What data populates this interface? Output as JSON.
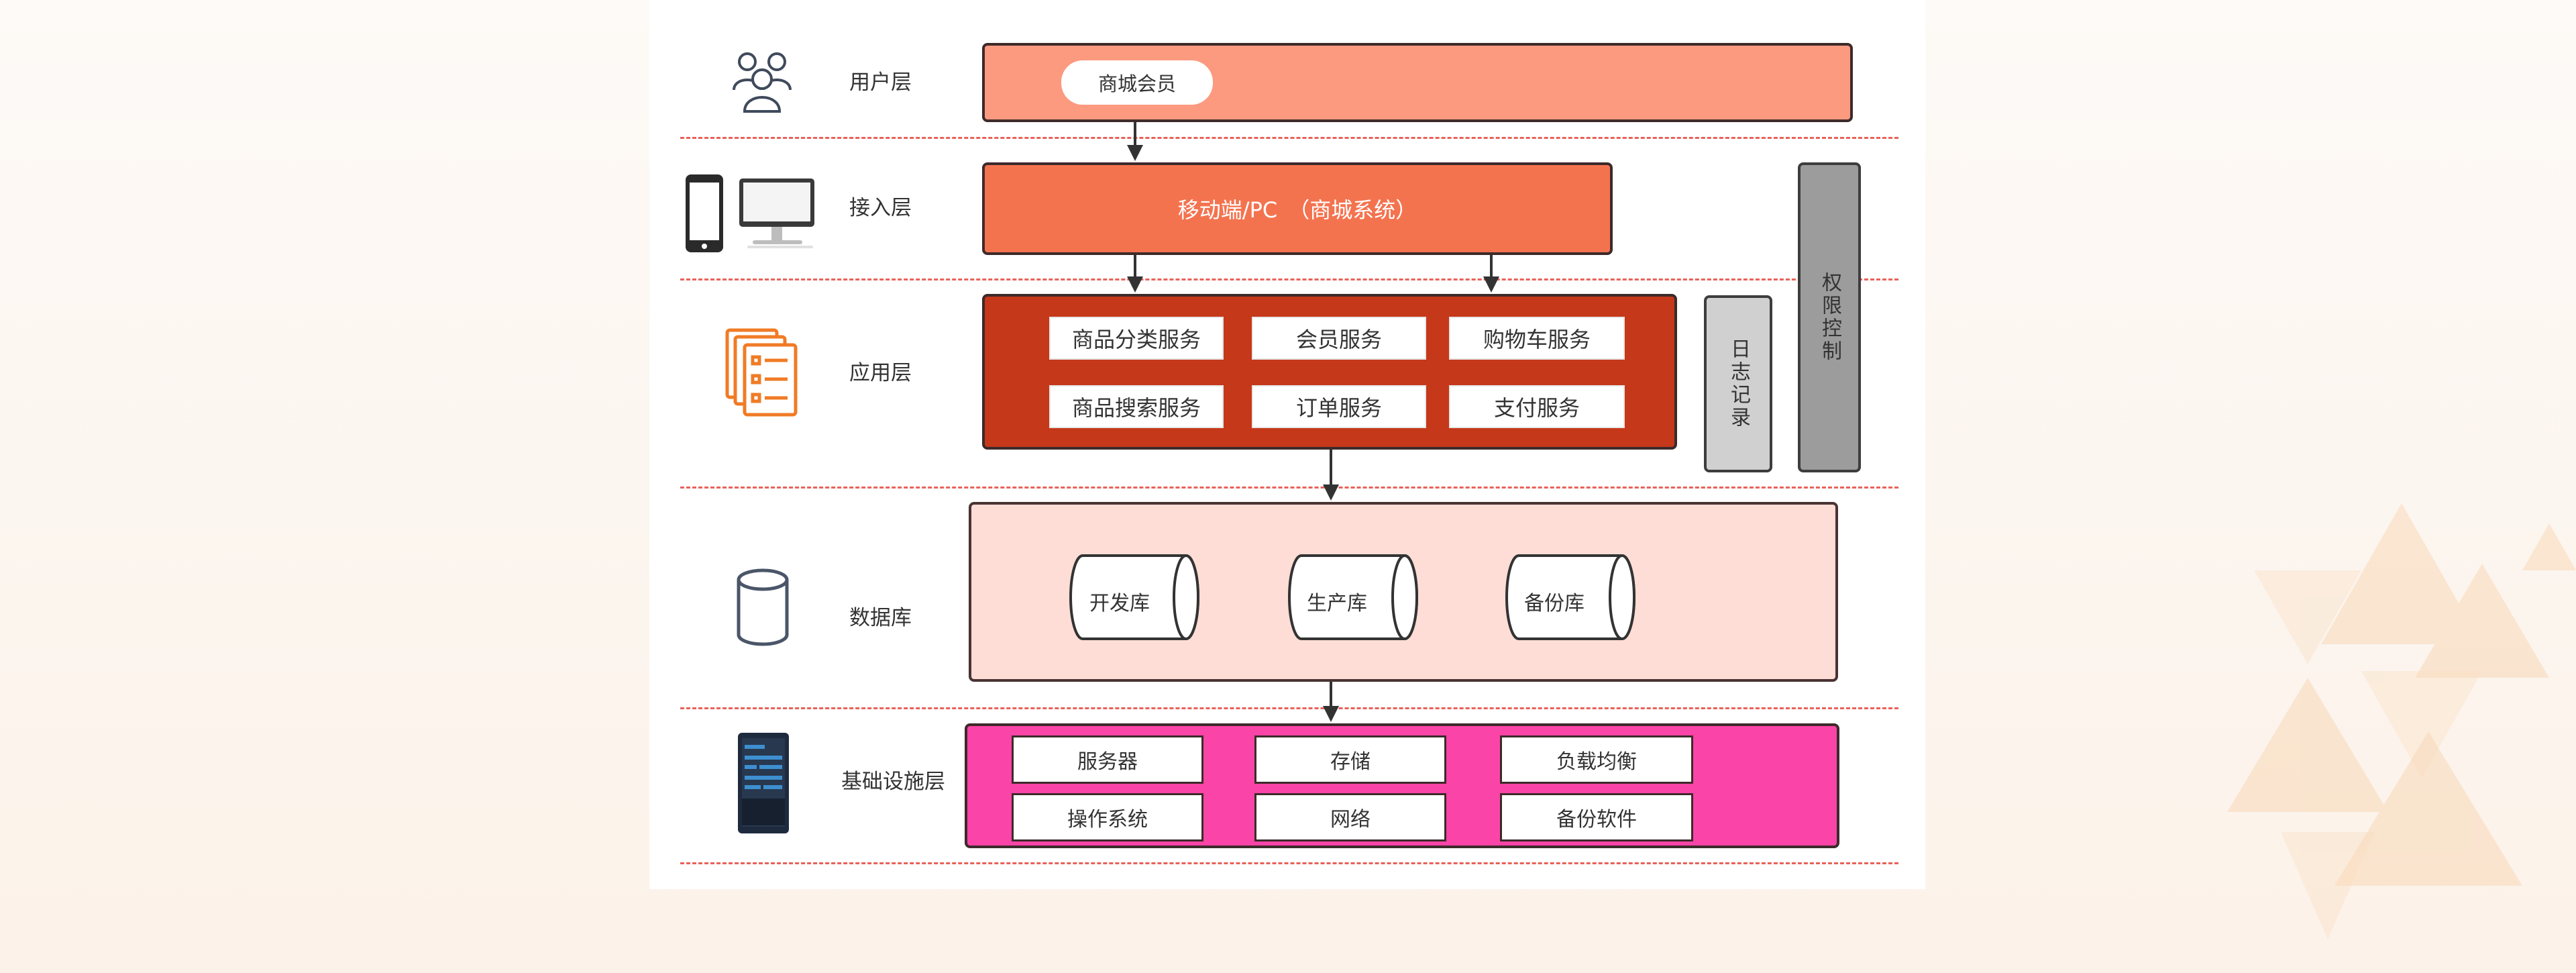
{
  "colors": {
    "user_bar": "#fc9a80",
    "access_bar": "#f4734f",
    "app_bar": "#c5381a",
    "db_bar": "#fdddd6",
    "infra_bar": "#fb44a8",
    "log_bar": "#d0d0d0",
    "perm_bar": "#9c9c9c",
    "dash": "#e8625a"
  },
  "layers": [
    {
      "label": "用户层",
      "icon": "users-icon"
    },
    {
      "label": "接入层",
      "icon": "devices-icon"
    },
    {
      "label": "应用层",
      "icon": "documents-icon"
    },
    {
      "label": "数据库",
      "icon": "database-icon"
    },
    {
      "label": "基础设施层",
      "icon": "server-icon"
    }
  ],
  "user_layer": {
    "member": "商城会员"
  },
  "access_layer": {
    "text": "移动端/PC　（商城系统）"
  },
  "app_layer": {
    "services": [
      "商品分类服务",
      "会员服务",
      "购物车服务",
      "商品搜索服务",
      "订单服务",
      "支付服务"
    ]
  },
  "side": {
    "log": "日志记录",
    "permission": "权限控制"
  },
  "db_layer": {
    "databases": [
      "开发库",
      "生产库",
      "备份库"
    ]
  },
  "infra_layer": {
    "items": [
      "服务器",
      "存储",
      "负载均衡",
      "操作系统",
      "网络",
      "备份软件"
    ]
  }
}
